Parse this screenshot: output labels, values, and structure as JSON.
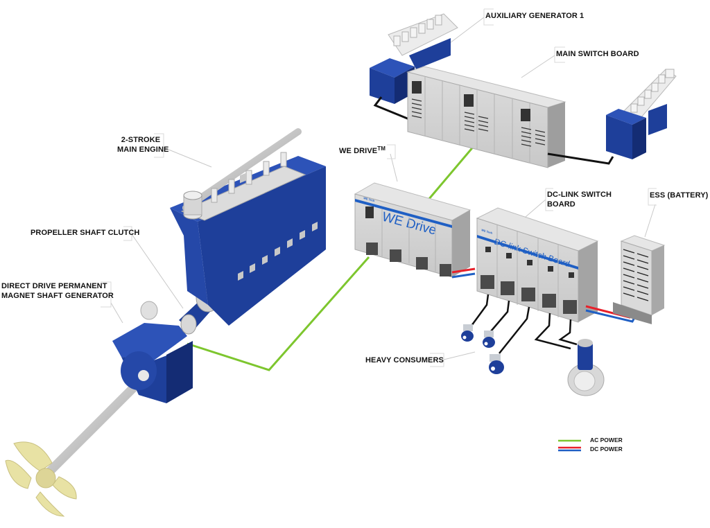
{
  "diagram": {
    "title": "Hybrid shaft generator propulsion system",
    "labels": {
      "aux_generator": "AUXILIARY GENERATOR 1",
      "main_switch_board": "MAIN SWITCH BOARD",
      "main_engine_line1": "2-STROKE",
      "main_engine_line2": "MAIN ENGINE",
      "we_drive": "WE DRIVE",
      "we_drive_tm": "TM",
      "dc_link_line1": "DC-LINK SWITCH",
      "dc_link_line2": "BOARD",
      "ess": "ESS (BATTERY)",
      "clutch": "PROPELLER SHAFT CLUTCH",
      "shaft_gen_line1": "DIRECT DRIVE PERMANENT",
      "shaft_gen_line2": "MAGNET SHAFT GENERATOR",
      "heavy_consumers": "HEAVY CONSUMERS"
    },
    "cabinet_text": {
      "we_drive_brand": "WE Tech",
      "we_drive_name": "WE Drive",
      "dc_link_brand": "WE Tech",
      "dc_link_name": "DC-link Switch Board"
    },
    "legend": {
      "items": [
        {
          "label": "AC POWER",
          "colors": [
            "#7dc62e"
          ]
        },
        {
          "label": "DC POWER",
          "colors": [
            "#e8202a",
            "#1f5fc4"
          ]
        }
      ]
    },
    "colors": {
      "machine_blue": "#1e3f9a",
      "machine_blue_dark": "#142c74",
      "cabinet_gray": "#d4d4d4",
      "ac_line": "#7dc62e",
      "dc_positive": "#e8202a",
      "dc_negative": "#1f5fc4",
      "propeller": "#e8e2a4",
      "cable": "#111111"
    }
  }
}
